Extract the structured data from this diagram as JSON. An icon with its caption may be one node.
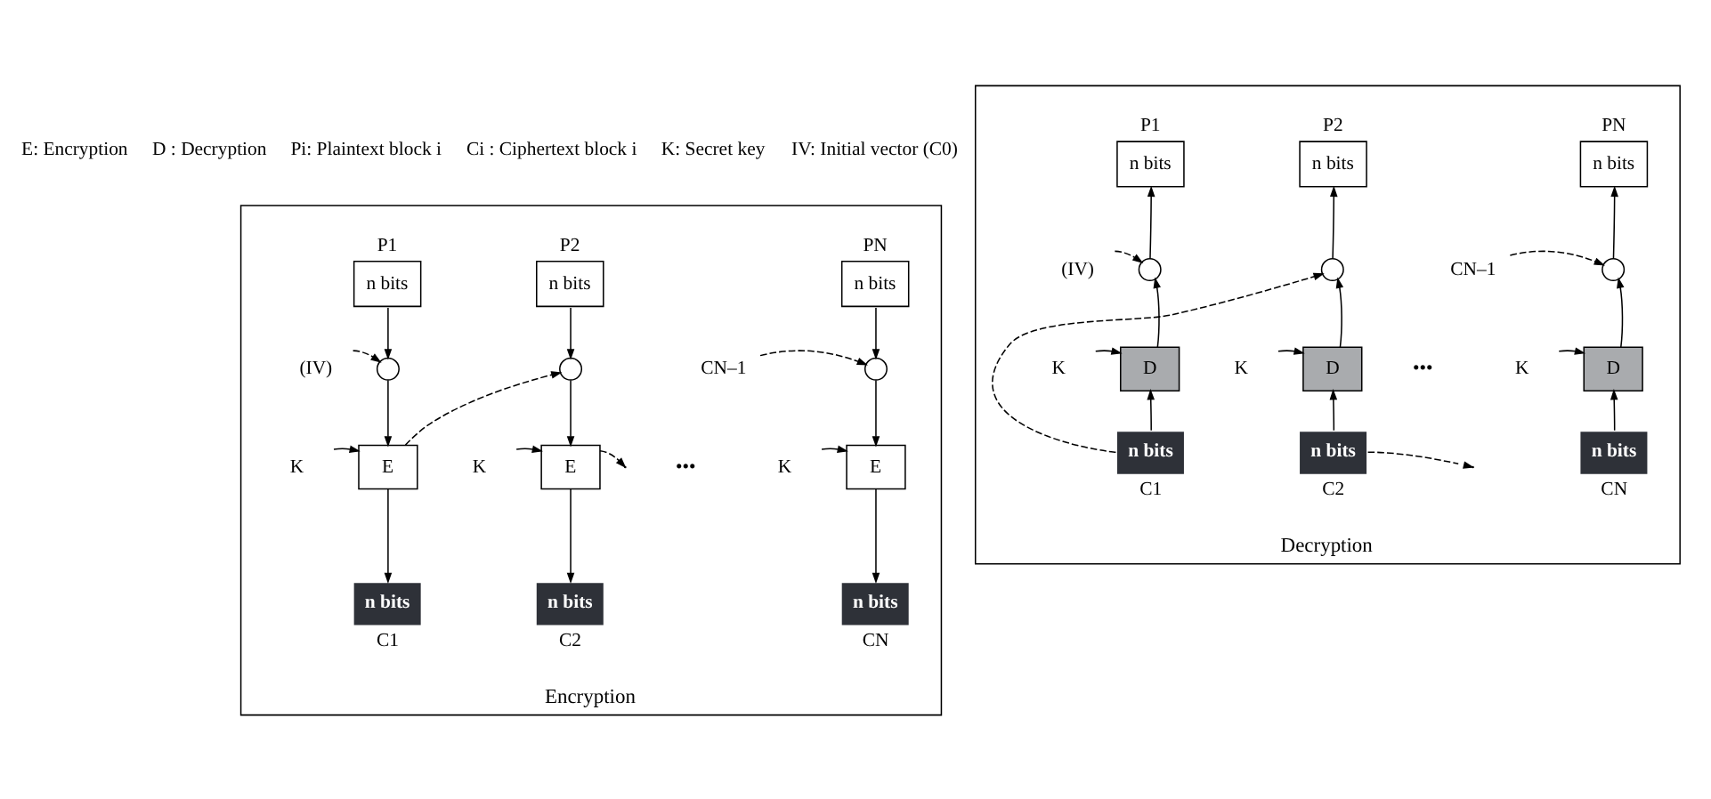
{
  "diagram": {
    "nodes": [
      {
        "text": [
          "Encryption"
        ]
      },
      {
        "text": [
          "P1",
          "n bits"
        ],
        "in": 0
      },
      {
        "text": [
          "(IV)"
        ],
        "in": 0
      },
      {
        "text": [],
        "shape": "circle",
        "in": 0
      },
      {
        "text": [
          "K"
        ],
        "in": 0
      },
      {
        "text": [
          "E"
        ],
        "in": 0
      },
      {
        "text": [
          "n bits",
          "C1"
        ],
        "in": 0
      },
      {
        "text": [
          "P2",
          "n bits"
        ],
        "in": 0
      },
      {
        "text": [],
        "shape": "circle",
        "in": 0
      },
      {
        "text": [
          "K"
        ],
        "in": 0
      },
      {
        "text": [
          "E"
        ],
        "in": 0
      },
      {
        "text": [
          "n bits",
          "C2"
        ],
        "in": 0
      },
      {
        "text": [
          "PN",
          "n bits"
        ],
        "in": 0
      },
      {
        "text": [
          "CN–1"
        ],
        "in": 0
      },
      {
        "text": [],
        "shape": "circle",
        "in": 0
      },
      {
        "text": [
          "K"
        ],
        "in": 0
      },
      {
        "text": [
          "E"
        ],
        "in": 0
      },
      {
        "text": [
          "n bits",
          "CN"
        ],
        "in": 0
      },
      {
        "text": [
          "Decryption"
        ]
      },
      {
        "text": [
          "P1",
          "n bits"
        ],
        "in": 18
      },
      {
        "text": [
          "(IV)"
        ],
        "in": 18
      },
      {
        "text": [],
        "shape": "circle",
        "in": 18
      },
      {
        "text": [
          "K"
        ],
        "in": 18
      },
      {
        "text": [
          "D"
        ],
        "in": 18
      },
      {
        "text": [
          "n bits",
          "C1"
        ],
        "in": 18
      },
      {
        "text": [
          "P2",
          "n bits"
        ],
        "in": 18
      },
      {
        "text": [],
        "shape": "circle",
        "in": 18
      },
      {
        "text": [
          "K"
        ],
        "in": 18
      },
      {
        "text": [
          "D"
        ],
        "in": 18
      },
      {
        "text": [
          "n bits",
          "C2"
        ],
        "in": 18
      },
      {
        "text": [
          "PN",
          "n bits"
        ],
        "in": 18
      },
      {
        "text": [
          "CN–1"
        ],
        "in": 18
      },
      {
        "text": [],
        "shape": "circle",
        "in": 18
      },
      {
        "text": [
          "K"
        ],
        "in": 18
      },
      {
        "text": [
          "D"
        ],
        "in": 18
      },
      {
        "text": [
          "n bits",
          "CN"
        ],
        "in": 18
      }
    ],
    "edges": [
      {
        "from": 1,
        "to": 3,
        "arrow": "to"
      },
      {
        "from": 2,
        "to": 3,
        "arrow": "to",
        "style": "dashed"
      },
      {
        "from": 3,
        "to": 5,
        "arrow": "to"
      },
      {
        "from": 4,
        "to": 5,
        "arrow": "to"
      },
      {
        "from": 5,
        "to": 6,
        "arrow": "to"
      },
      {
        "from": 5,
        "to": 8,
        "arrow": "to",
        "style": "dashed"
      },
      {
        "from": 7,
        "to": 8,
        "arrow": "to"
      },
      {
        "from": 8,
        "to": 10,
        "arrow": "to"
      },
      {
        "from": 9,
        "to": 10,
        "arrow": "to"
      },
      {
        "from": 10,
        "to": 11,
        "arrow": "to"
      },
      {
        "from": 10,
        "to": null,
        "arrow": "to",
        "style": "dashed"
      },
      {
        "from": 12,
        "to": 14,
        "arrow": "to"
      },
      {
        "from": 13,
        "to": 14,
        "arrow": "to",
        "style": "dashed"
      },
      {
        "from": 14,
        "to": 16,
        "arrow": "to"
      },
      {
        "from": 15,
        "to": 16,
        "arrow": "to"
      },
      {
        "from": 16,
        "to": 17,
        "arrow": "to"
      },
      {
        "from": 24,
        "to": 23,
        "arrow": "to"
      },
      {
        "from": 22,
        "to": 23,
        "arrow": "to"
      },
      {
        "from": 23,
        "to": 21,
        "arrow": "to"
      },
      {
        "from": 20,
        "to": 21,
        "arrow": "to",
        "style": "dashed"
      },
      {
        "from": 21,
        "to": 19,
        "arrow": "to"
      },
      {
        "from": 24,
        "to": 26,
        "arrow": "to",
        "style": "dashed"
      },
      {
        "from": 29,
        "to": 28,
        "arrow": "to"
      },
      {
        "from": 27,
        "to": 28,
        "arrow": "to"
      },
      {
        "from": 28,
        "to": 26,
        "arrow": "to"
      },
      {
        "from": 26,
        "to": 25,
        "arrow": "to"
      },
      {
        "from": 29,
        "to": null,
        "arrow": "to",
        "style": "dashed"
      },
      {
        "from": 31,
        "to": 32,
        "arrow": "to",
        "style": "dashed"
      },
      {
        "from": 35,
        "to": 34,
        "arrow": "to"
      },
      {
        "from": 33,
        "to": 34,
        "arrow": "to"
      },
      {
        "from": 34,
        "to": 32,
        "arrow": "to"
      },
      {
        "from": 32,
        "to": 30,
        "arrow": "to"
      }
    ],
    "labels": [
      "E: Encryption",
      "D : Decryption",
      "Pi: Plaintext block i",
      "Ci : Ciphertext block i",
      "K: Secret key",
      "IV: Initial vector (C0)",
      "•••",
      "•••"
    ]
  }
}
